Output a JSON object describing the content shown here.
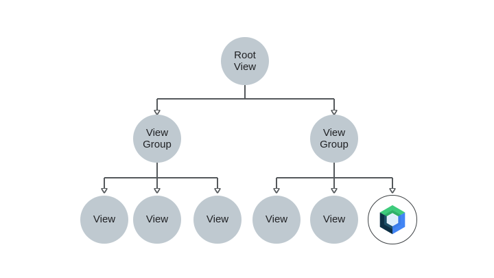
{
  "diagram": {
    "description": "View hierarchy tree",
    "colors": {
      "node_fill": "#bfc9d0",
      "connector": "#54585b",
      "text": "#202124",
      "logo_ring": "#3c4043",
      "compose_green": "#3ecb7c",
      "compose_green_dark": "#2fb069",
      "compose_blue": "#4285f4",
      "compose_blue_dark": "#3b7de8",
      "compose_navy": "#0c2f44",
      "compose_navy_light": "#1c4e66",
      "compose_center": "#ddeefb"
    },
    "nodes": {
      "root": {
        "label": "Root\nView"
      },
      "group_left": {
        "label": "View\nGroup"
      },
      "group_right": {
        "label": "View\nGroup"
      },
      "view_a": {
        "label": "View"
      },
      "view_b": {
        "label": "View"
      },
      "view_c": {
        "label": "View"
      },
      "view_d": {
        "label": "View"
      },
      "view_e": {
        "label": "View"
      },
      "compose_node": {
        "icon": "jetpack-compose-icon"
      }
    }
  }
}
